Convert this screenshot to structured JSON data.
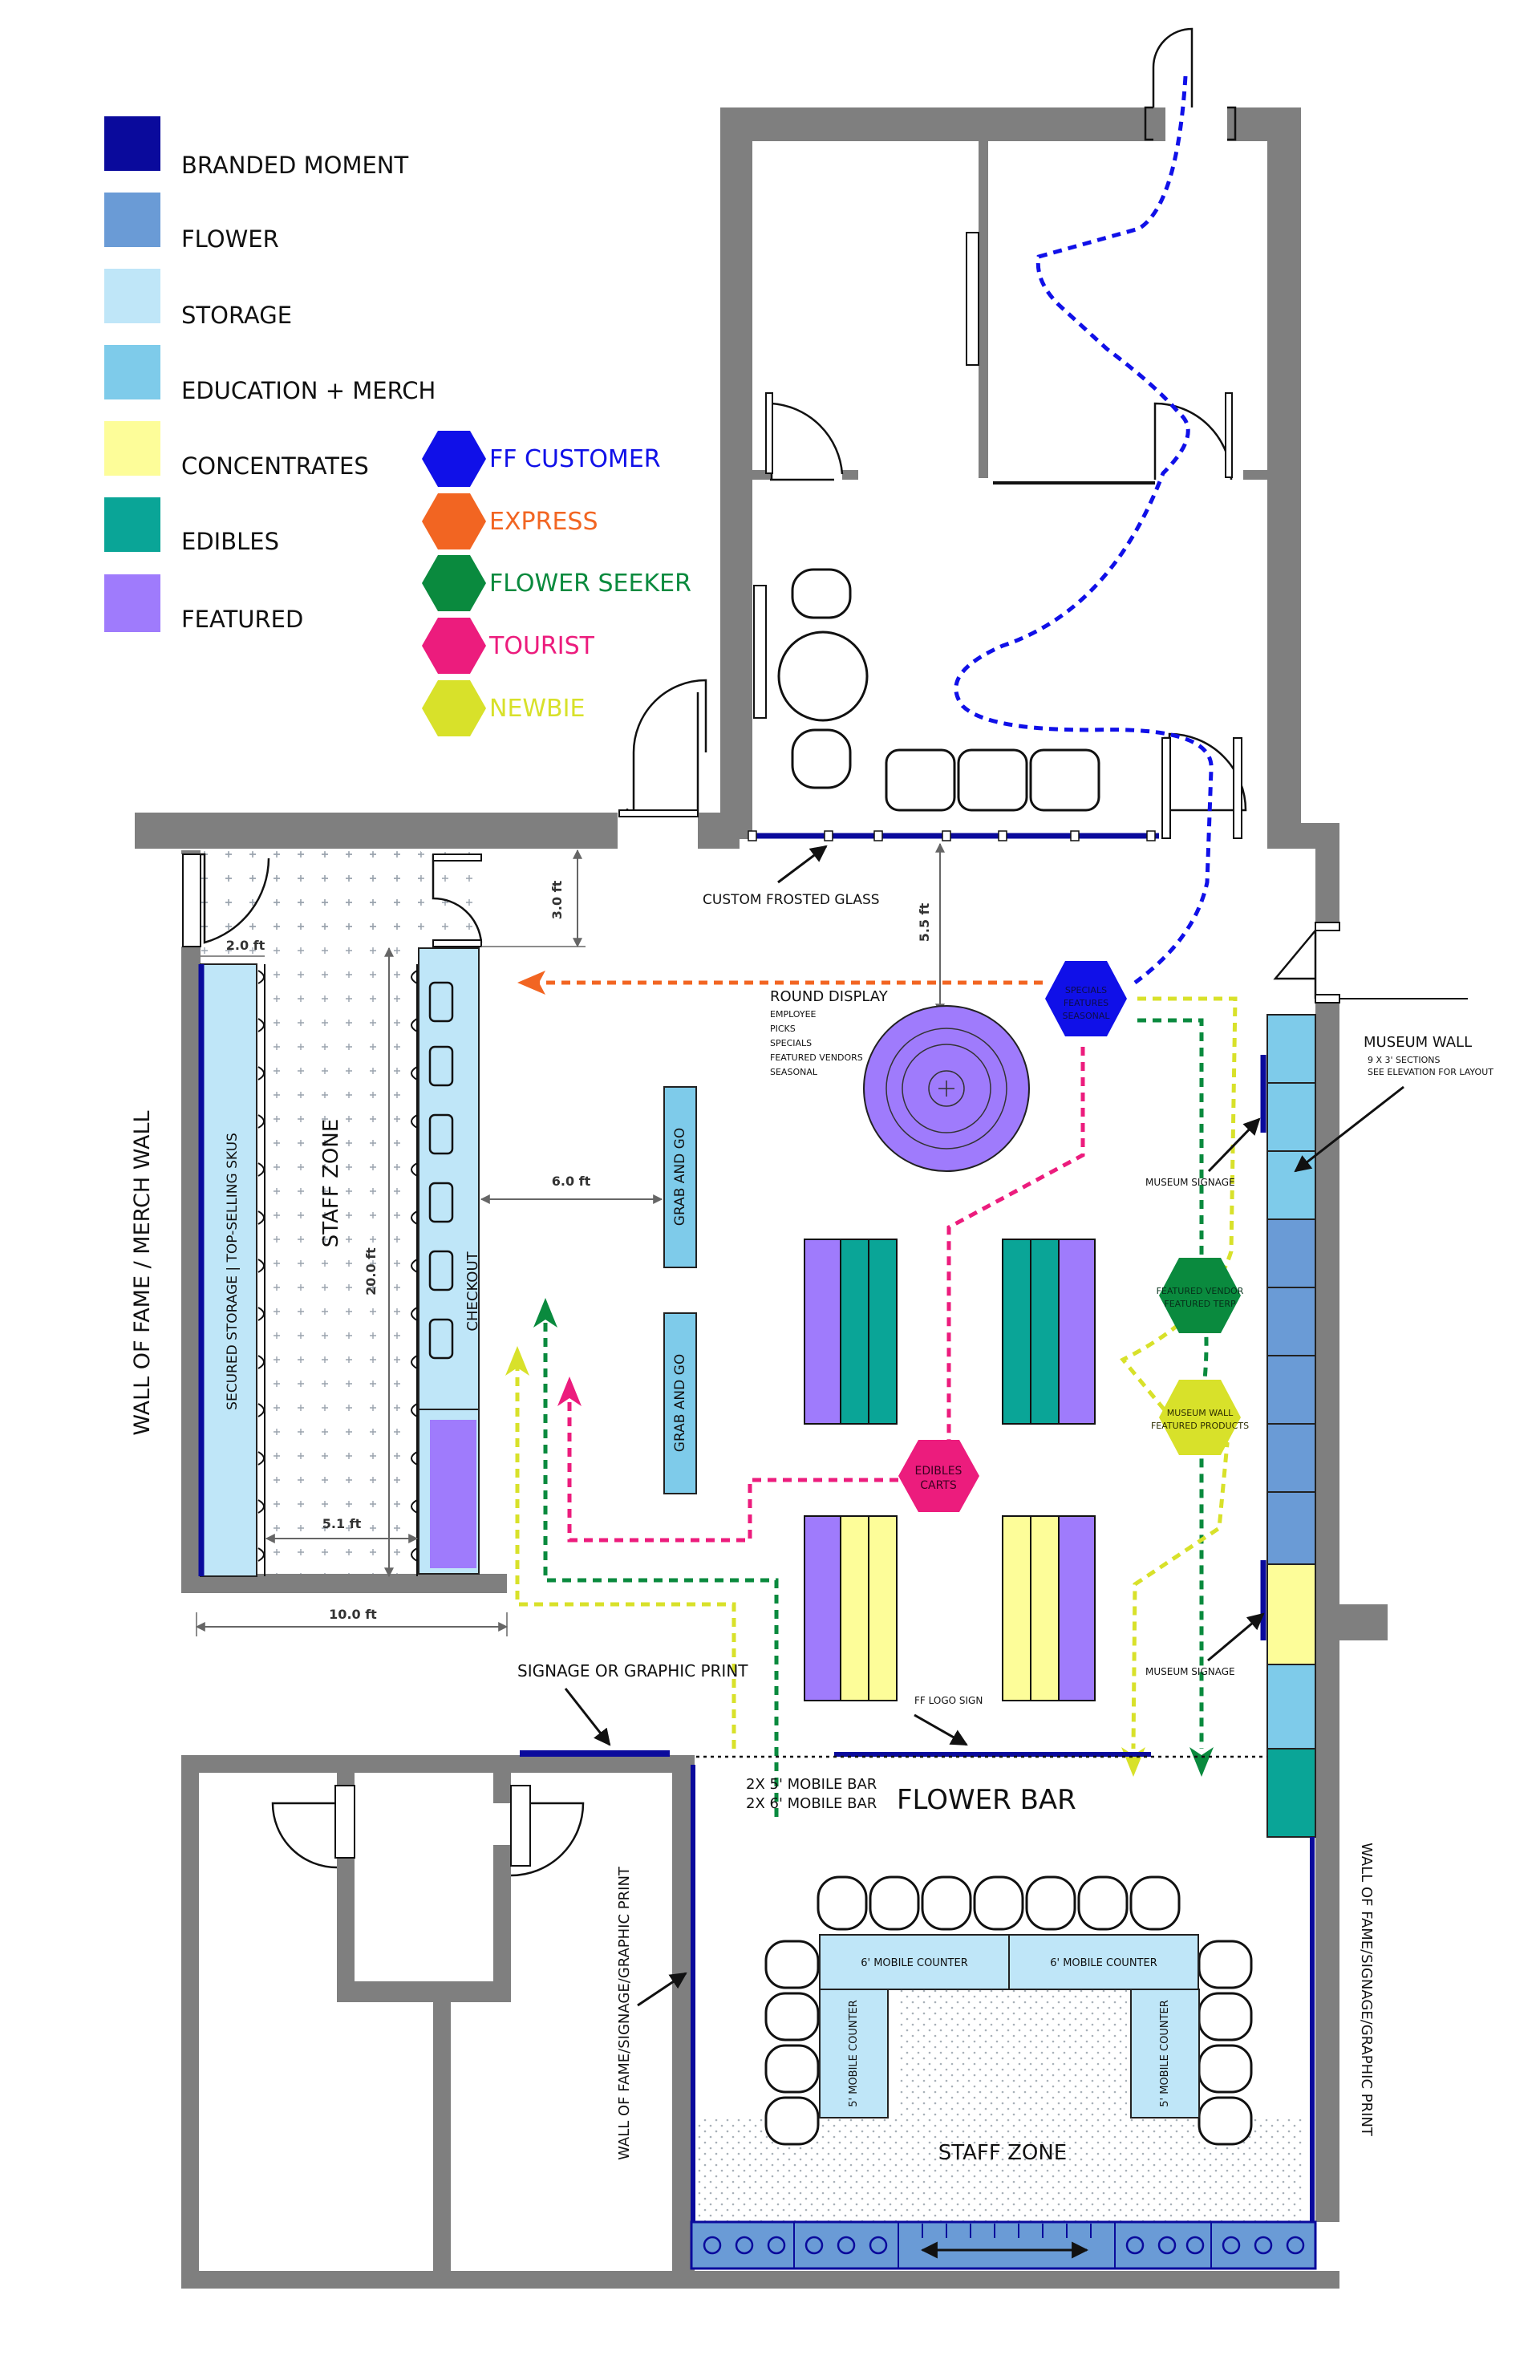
{
  "legend": {
    "zones": [
      {
        "label": "BRANDED MOMENT",
        "color": "#0a0a9c"
      },
      {
        "label": "FLOWER",
        "color": "#6a9bd6"
      },
      {
        "label": "STORAGE",
        "color": "#bfe6f8"
      },
      {
        "label": "EDUCATION + MERCH",
        "color": "#7ecbea"
      },
      {
        "label": "CONCENTRATES",
        "color": "#fdfd99"
      },
      {
        "label": "EDIBLES",
        "color": "#0aa597"
      },
      {
        "label": "FEATURED",
        "color": "#9f7bfc"
      }
    ],
    "personas": [
      {
        "label": "FF CUSTOMER",
        "color": "#1010e8"
      },
      {
        "label": "EXPRESS",
        "color": "#f26522"
      },
      {
        "label": "FLOWER SEEKER",
        "color": "#0a8a3e"
      },
      {
        "label": "TOURIST",
        "color": "#ec1c7d"
      },
      {
        "label": "NEWBIE",
        "color": "#d8e12a"
      }
    ]
  },
  "labels": {
    "custom_frosted_glass": "CUSTOM FROSTED GLASS",
    "round_display": "ROUND DISPLAY",
    "round_display_items": [
      "EMPLOYEE",
      "PICKS",
      "SPECIALS",
      "FEATURED VENDORS",
      "SEASONAL"
    ],
    "museum_wall": "MUSEUM WALL",
    "museum_wall_note1": "9 X 3' SECTIONS",
    "museum_wall_note2": "SEE ELEVATION FOR LAYOUT",
    "museum_signage_1": "MUSEUM SIGNAGE",
    "museum_signage_2": "MUSEUM SIGNAGE",
    "wall_of_fame_merch": "WALL OF FAME / MERCH WALL",
    "secured_storage": "SECURED STORAGE | TOP-SELLING SKUS",
    "staff_zone_1": "STAFF ZONE",
    "checkout": "CHECKOUT",
    "grab_and_go_1": "GRAB AND GO",
    "grab_and_go_2": "GRAB AND GO",
    "signage_graphic_print": "SIGNAGE OR GRAPHIC PRINT",
    "ff_logo_sign": "FF LOGO SIGN",
    "mobile_bar_1": "2X 5' MOBILE BAR",
    "mobile_bar_2": "2X 6' MOBILE BAR",
    "flower_bar": "FLOWER BAR",
    "wall_of_fame_left": "WALL OF FAME/SIGNAGE/GRAPHIC PRINT",
    "wall_of_fame_right": "WALL OF FAME/SIGNAGE/GRAPHIC PRINT",
    "mobile_counter_6a": "6' MOBILE COUNTER",
    "mobile_counter_6b": "6' MOBILE COUNTER",
    "mobile_counter_5a": "5' MOBILE COUNTER",
    "mobile_counter_5b": "5' MOBILE COUNTER",
    "staff_zone_2": "STAFF ZONE"
  },
  "dimensions": {
    "d_3ft": "3.0 ft",
    "d_2ft": "2.0 ft",
    "d_55ft": "5.5 ft",
    "d_6ft": "6.0 ft",
    "d_20ft": "20.0 ft",
    "d_51ft": "5.1 ft",
    "d_10ft": "10.0 ft"
  },
  "hexes": {
    "specials": {
      "lines": [
        "SPECIALS",
        "FEATURES",
        "SEASONAL"
      ],
      "color": "#1010e8"
    },
    "featured_vendor": {
      "lines": [
        "FEATURED VENDOR",
        "FEATURED TERP"
      ],
      "color": "#0a8a3e"
    },
    "museum_wall_products": {
      "lines": [
        "MUSEUM WALL",
        "FEATURED PRODUCTS"
      ],
      "color": "#d8e12a"
    },
    "edibles_carts": {
      "lines": [
        "EDIBLES",
        "CARTS"
      ],
      "color": "#ec1c7d"
    }
  }
}
